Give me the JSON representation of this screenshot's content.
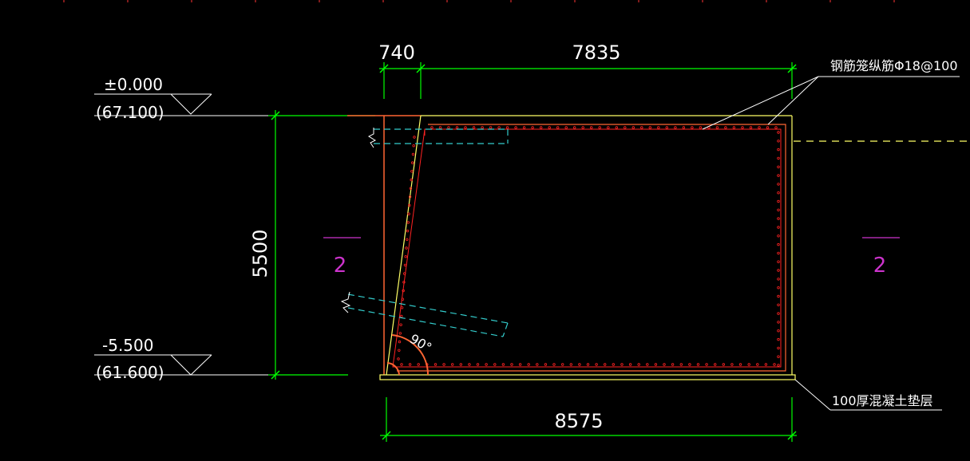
{
  "drawing": {
    "dimensions": {
      "top_left": "740",
      "top_right": "7835",
      "height": "5500",
      "bottom": "8575"
    },
    "levels": {
      "top_elevation": "±0.000",
      "top_absolute": "(67.100)",
      "bottom_elevation": "-5.500",
      "bottom_absolute": "(61.600)"
    },
    "annotations": {
      "rebar_note": "钢筋笼纵筋Φ18@100",
      "cushion_note": "100厚混凝土垫层",
      "angle_label": "90°"
    },
    "section_marks": {
      "left": "2",
      "right": "2"
    },
    "colors": {
      "background": "#000000",
      "dimension_lines": "#00ff00",
      "outline_yellow": "#ffff66",
      "outline_orange": "#ff6633",
      "rebar_red": "#ff2222",
      "anchor_cyan": "#33cccc",
      "section_magenta": "#cc33cc",
      "leader_white": "#ffffff"
    }
  }
}
